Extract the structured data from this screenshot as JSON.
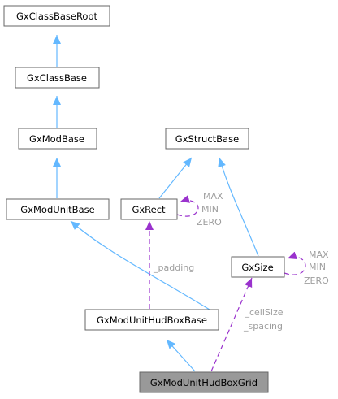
{
  "colors": {
    "inheritance_edge": "#63b8ff",
    "member_edge": "#9a32cd",
    "node_border": "#666666",
    "highlight_fill": "#999999",
    "edge_label": "#9e9e9e"
  },
  "nodes": {
    "gx_class_base_root": {
      "label": "GxClassBaseRoot"
    },
    "gx_class_base": {
      "label": "GxClassBase"
    },
    "gx_mod_base": {
      "label": "GxModBase"
    },
    "gx_mod_unit_base": {
      "label": "GxModUnitBase"
    },
    "gx_struct_base": {
      "label": "GxStructBase"
    },
    "gx_rect": {
      "label": "GxRect"
    },
    "gx_size": {
      "label": "GxSize"
    },
    "gx_mod_unit_hud_box_base": {
      "label": "GxModUnitHudBoxBase"
    },
    "gx_mod_unit_hud_box_grid": {
      "label": "GxModUnitHudBoxGrid"
    }
  },
  "edge_labels": {
    "rect_self": [
      "MAX",
      "MIN",
      "ZERO"
    ],
    "size_self": [
      "MAX",
      "MIN",
      "ZERO"
    ],
    "padding": "_padding",
    "cellsize_spacing": [
      "_cellSize",
      "_spacing"
    ]
  }
}
